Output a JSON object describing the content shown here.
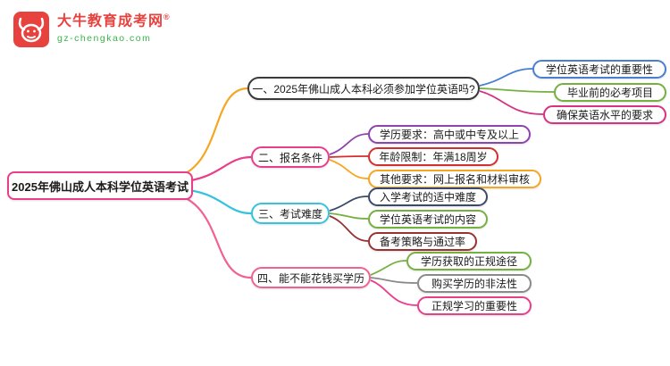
{
  "logo": {
    "title": "大牛教育成考网",
    "registered": "®",
    "domain": "gz-chengkao.com"
  },
  "root": {
    "label": "2025年佛山成人本科学位英语考试"
  },
  "branches": [
    {
      "label": "一、2025年佛山成人本科必须参加学位英语吗?",
      "children": [
        "学位英语考试的重要性",
        "毕业前的必考项目",
        "确保英语水平的要求"
      ]
    },
    {
      "label": "二、报名条件",
      "children": [
        "学历要求：高中或中专及以上",
        "年龄限制：年满18周岁",
        "其他要求：网上报名和材料审核"
      ]
    },
    {
      "label": "三、考试难度",
      "children": [
        "入学考试的适中难度",
        "学位英语考试的内容",
        "备考策略与通过率"
      ]
    },
    {
      "label": "四、能不能花钱买学历",
      "children": [
        "学历获取的正规途径",
        "购买学历的非法性",
        "正规学习的重要性"
      ]
    }
  ],
  "colors": {
    "root_border": "#e83e8c",
    "branch1_border": "#3a3a3a",
    "branch2_border": "#e83e8c",
    "branch3_border": "#35c3dd",
    "branch4_border": "#f06292",
    "connector_branch1": "#f5a623",
    "connector_branch2": "#e83e8c",
    "connector_branch3": "#35c3dd",
    "connector_branch4": "#f06292",
    "logo_red": "#e8423f",
    "logo_green": "#39b54a"
  }
}
